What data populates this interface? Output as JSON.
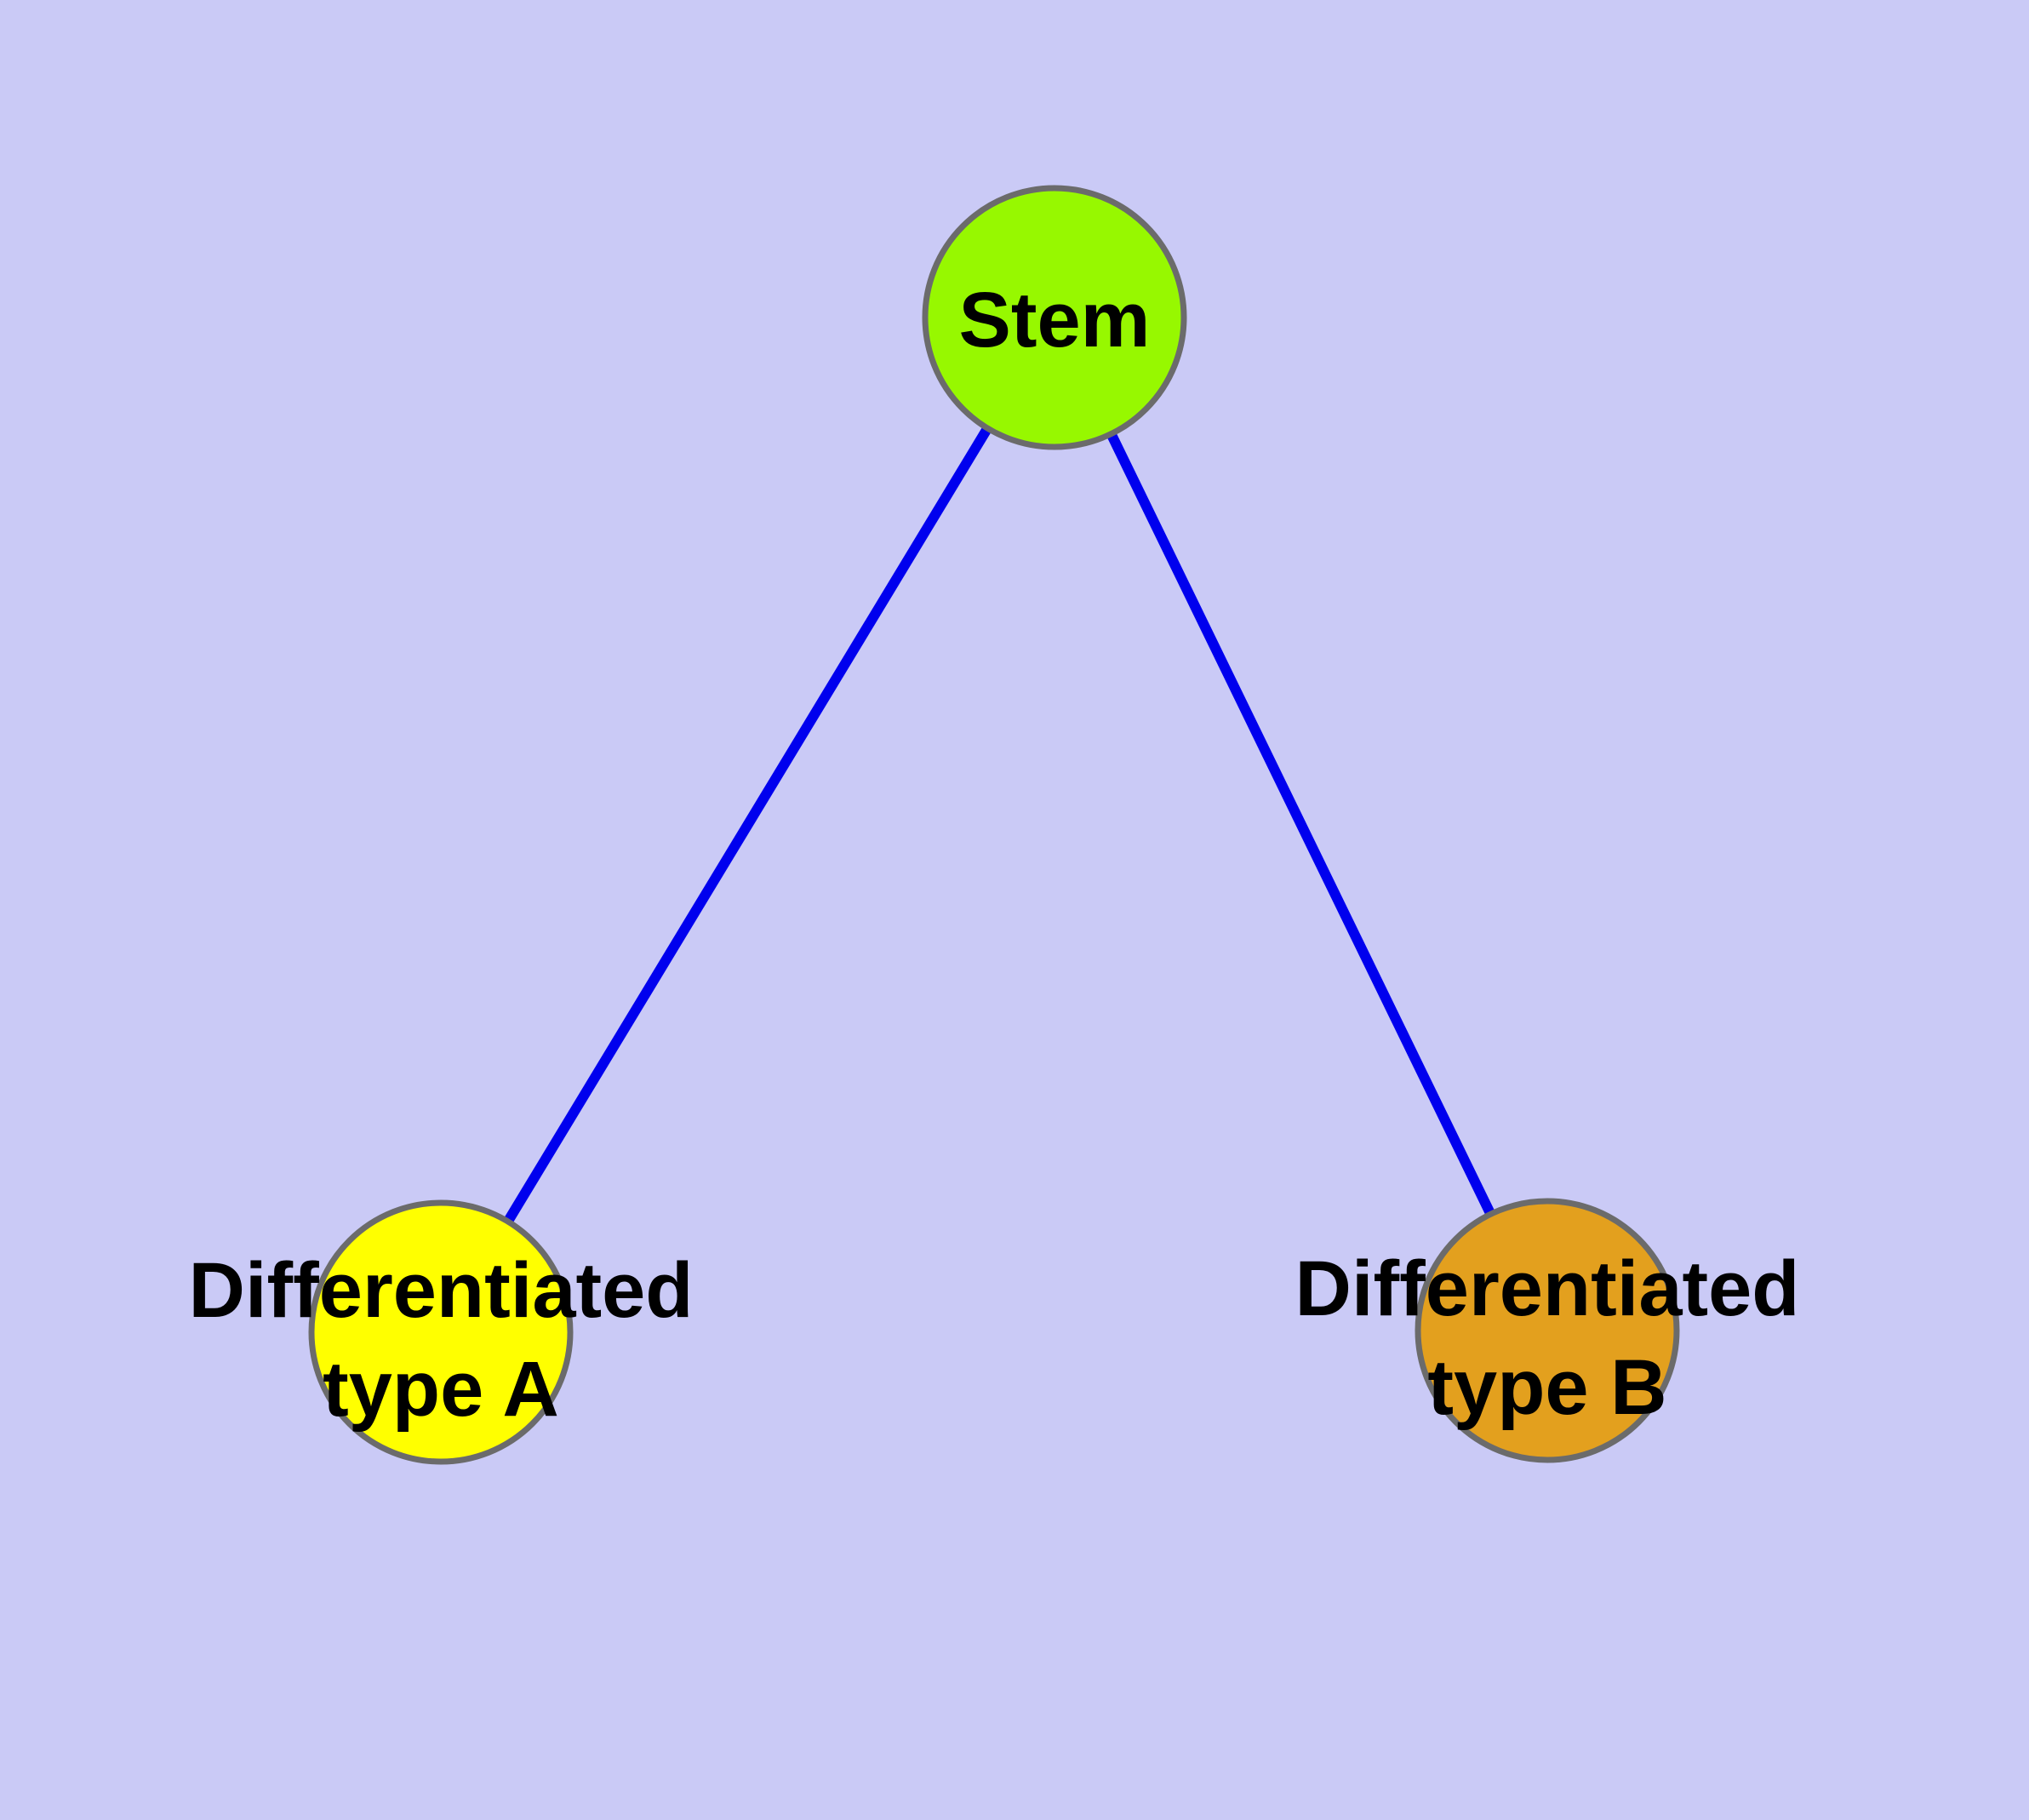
{
  "diagram": {
    "description": "Stem cell differentiation graph",
    "background_color": "#CACAF6",
    "edge_color": "#0000EE",
    "node_border_color": "#6B6B6B",
    "text_color": "#000000",
    "nodes": {
      "stem": {
        "label": "Stem",
        "fill": "#97F800"
      },
      "type_a": {
        "label_line1": "Differentiated",
        "label_line2": "type A",
        "fill": "#FFFF00"
      },
      "type_b": {
        "label_line1": "Differentiated",
        "label_line2": "type B",
        "fill": "#E3A01E"
      }
    },
    "edges": [
      {
        "from": "stem",
        "to": "type_a"
      },
      {
        "from": "stem",
        "to": "type_b"
      }
    ]
  }
}
